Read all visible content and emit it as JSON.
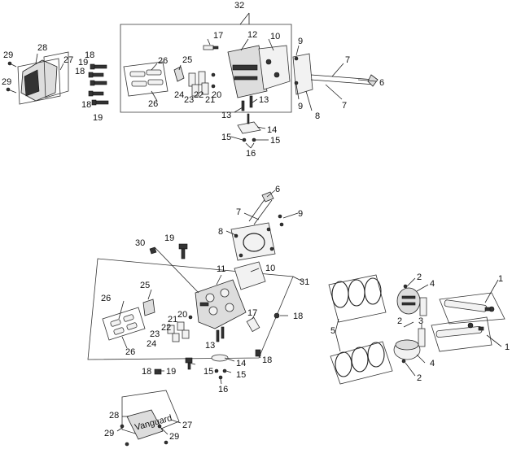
{
  "diagram": {
    "callouts": {
      "c32": "32",
      "c17a": "17",
      "c12": "12",
      "c10a": "10",
      "c9a": "9",
      "c9b": "9",
      "c7a": "7",
      "c7b": "7",
      "c6a": "6",
      "c8a": "8",
      "c29a": "29",
      "c29b": "29",
      "c28a": "28",
      "c27a": "27",
      "c18a": "18",
      "c19a": "19",
      "c18b": "18",
      "c18c": "18",
      "c19b": "19",
      "c26a": "26",
      "c26b": "26",
      "c25a": "25",
      "c24a": "24",
      "c23a": "23",
      "c22a": "22",
      "c21a": "21",
      "c20a": "20",
      "c13a": "13",
      "c13b": "13",
      "c14a": "14",
      "c15a": "15",
      "c15b": "15",
      "c16a": "16",
      "c6b": "6",
      "c7c": "7",
      "c9c": "9",
      "c8b": "8",
      "c30": "30",
      "c19c": "19",
      "c11": "11",
      "c10b": "10",
      "c31": "31",
      "c25b": "25",
      "c26c": "26",
      "c26d": "26",
      "c21b": "21",
      "c20b": "20",
      "c22b": "22",
      "c23b": "23",
      "c24b": "24",
      "c13c": "13",
      "c17b": "17",
      "c18d": "18",
      "c18e": "18",
      "c19d": "19",
      "c18f": "18",
      "c14b": "14",
      "c15c": "15",
      "c15d": "15",
      "c16b": "16",
      "c28b": "28",
      "c27b": "27",
      "c29c": "29",
      "c29d": "29",
      "c2a": "2",
      "c4a": "4",
      "c1a": "1",
      "c2b": "2",
      "c3": "3",
      "c5": "5",
      "c4b": "4",
      "c2c": "2",
      "c1b": "1"
    },
    "cover_logo_text": "Vanguard"
  }
}
